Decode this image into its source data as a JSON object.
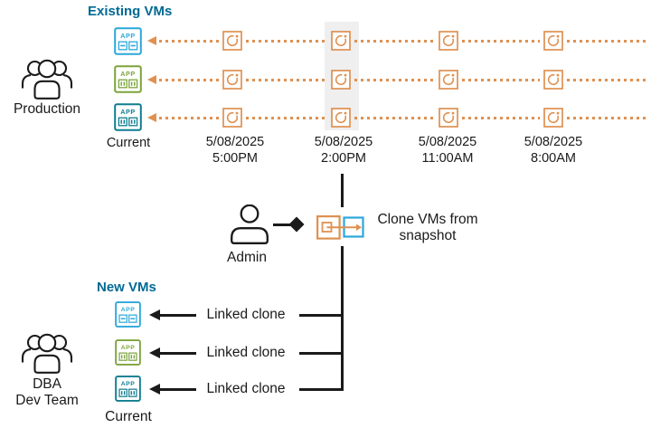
{
  "colors": {
    "orange": "#DE9152",
    "vm_blue": "#2BA7DB",
    "vm_green": "#7CA43C",
    "vm_teal": "#0E7D8F",
    "title_blue": "#006A94",
    "highlight_gray": "#EFEFEF",
    "line_black": "#1A1A1A"
  },
  "icons": {
    "vm": "app-vm-icon",
    "snapshot": "snapshot-revert-icon",
    "team": "team-people-icon",
    "admin": "person-icon",
    "clone": "clone-vm-icon"
  },
  "existing": {
    "title": "Existing VMs",
    "owner": "Production",
    "timeline": [
      {
        "line1": "Current"
      },
      {
        "line1": "5/08/2025",
        "line2": "5:00PM"
      },
      {
        "line1": "5/08/2025",
        "line2": "2:00PM",
        "highlighted": "true"
      },
      {
        "line1": "5/08/2025",
        "line2": "11:00AM"
      },
      {
        "line1": "5/08/2025",
        "line2": "8:00AM"
      }
    ]
  },
  "action": {
    "actor": "Admin",
    "label": "Clone VMs from snapshot"
  },
  "new": {
    "title": "New VMs",
    "owner_line1": "DBA",
    "owner_line2": "Dev Team",
    "clone_labels": [
      "Linked clone",
      "Linked clone",
      "Linked clone"
    ],
    "current": "Current"
  }
}
